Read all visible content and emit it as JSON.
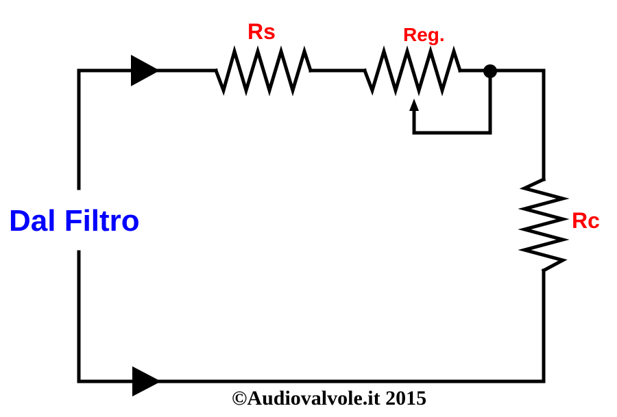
{
  "labels": {
    "rs": "Rs",
    "reg": "Reg.",
    "rc": "Rc",
    "source": "Dal Filtro",
    "copyright": "©Audiovalvole.it 2015"
  },
  "colors": {
    "wire": "#000000",
    "component_label": "#ff0000",
    "source_label": "#0000ff",
    "copyright": "#000000"
  },
  "components": [
    {
      "id": "Rs",
      "kind": "resistor"
    },
    {
      "id": "Reg.",
      "kind": "variable-resistor"
    },
    {
      "id": "Rc",
      "kind": "resistor"
    }
  ],
  "icons": {
    "current_arrow": "triangle-arrow-right",
    "junction": "filled-dot"
  }
}
